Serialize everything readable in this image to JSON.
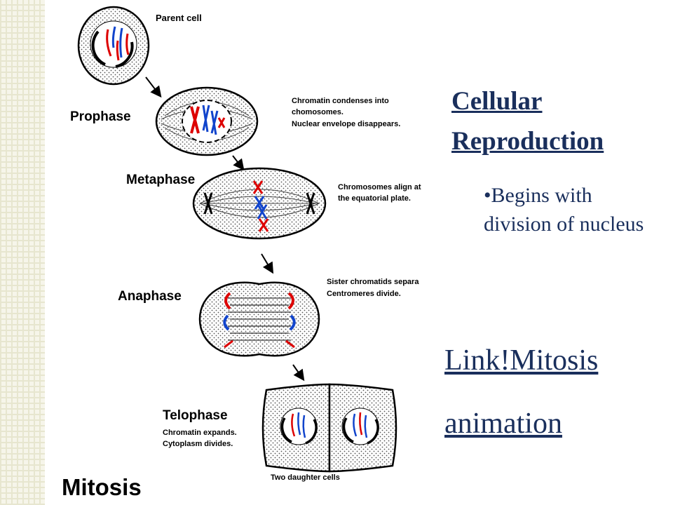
{
  "diagram": {
    "labels": {
      "parent_cell": "Parent cell",
      "prophase": "Prophase",
      "metaphase": "Metaphase",
      "anaphase": "Anaphase",
      "telophase": "Telophase",
      "mitosis": "Mitosis",
      "two_daughter_cells": "Two daughter cells"
    },
    "notes": {
      "prophase_1": "Chromatin condenses into",
      "prophase_2": "chomosomes.",
      "prophase_3": "Nuclear envelope disappears.",
      "metaphase_1": "Chromosomes align at",
      "metaphase_2": "the equatorial plate.",
      "anaphase_1": "Sister chromatids separa",
      "anaphase_2": "Centromeres divide.",
      "telophase_1": "Chromatin expands.",
      "telophase_2": "Cytoplasm divides."
    }
  },
  "slide": {
    "title_line1": "Cellular",
    "title_line2": "Reproduction",
    "bullet": "•Begins with division of nucleus",
    "link_line1": "Link!Mitosis",
    "link_line2": "animation"
  }
}
